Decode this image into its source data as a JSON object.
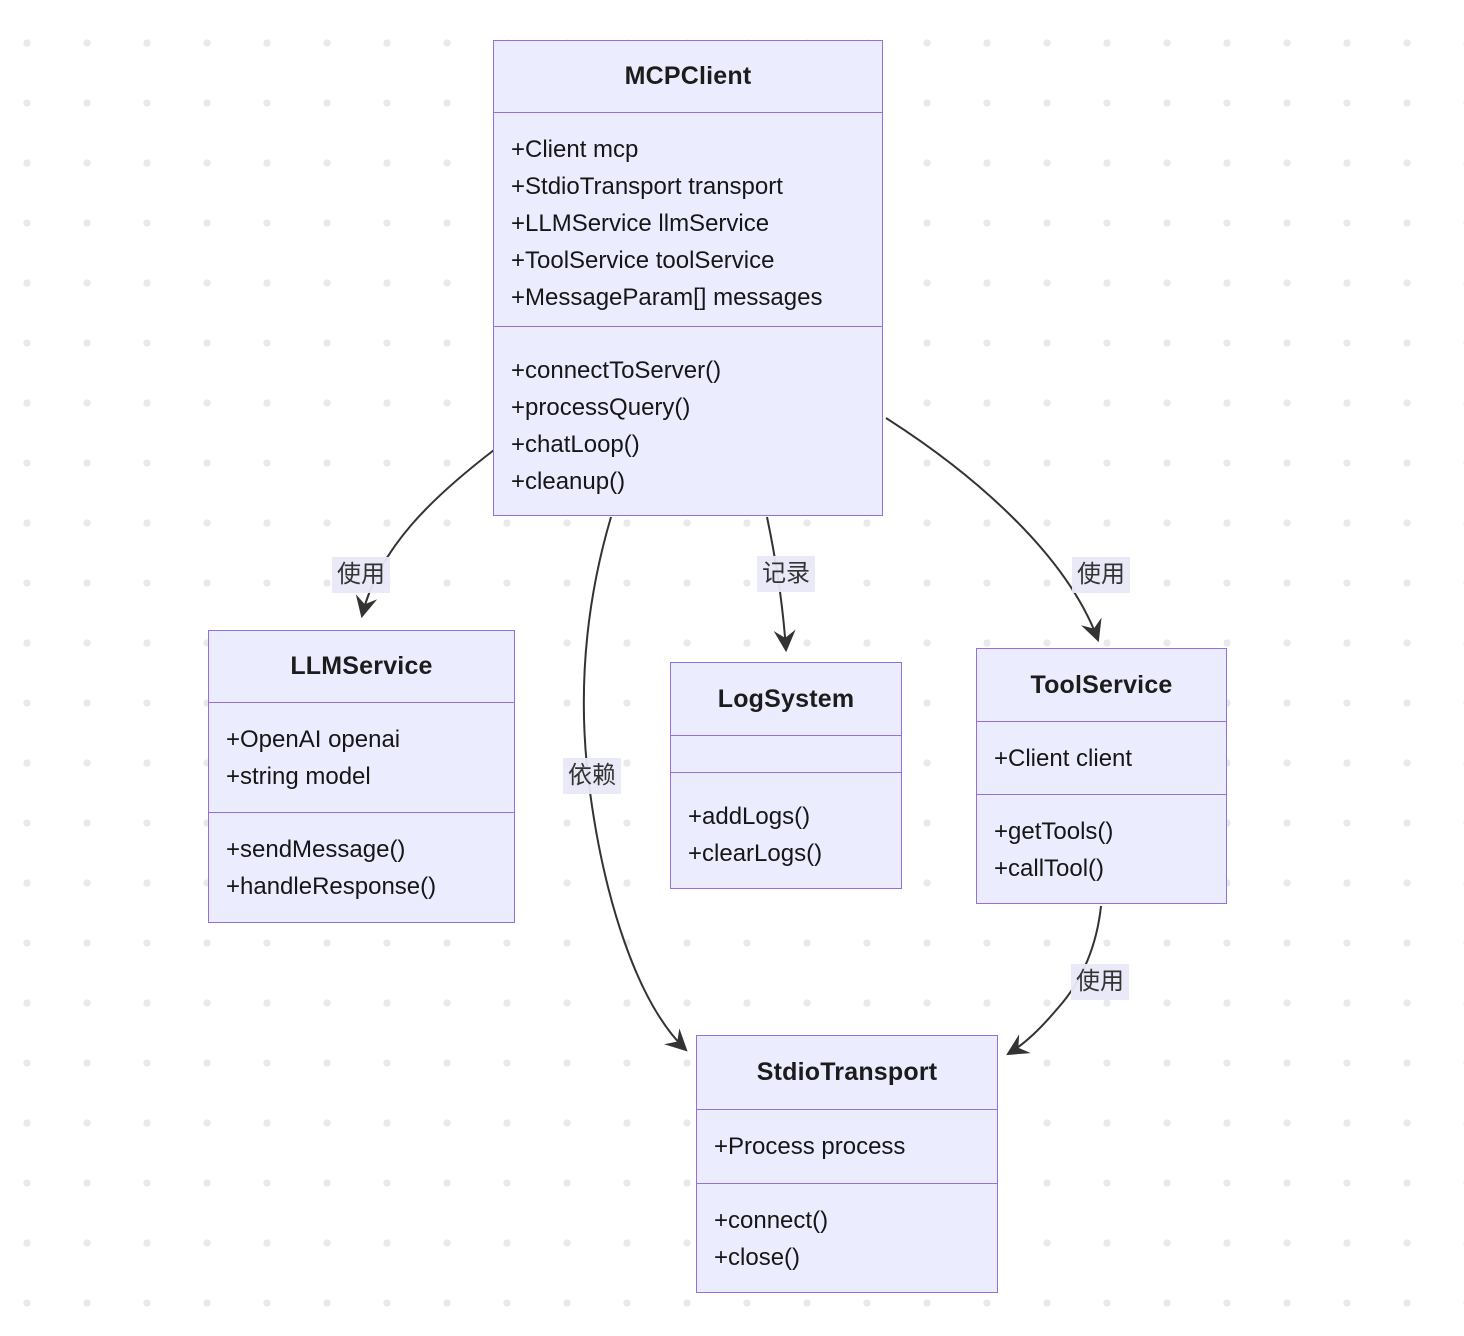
{
  "diagram": {
    "type": "uml-class-diagram",
    "classes": [
      {
        "name": "MCPClient",
        "attributes": [
          "+Client mcp",
          "+StdioTransport transport",
          "+LLMService llmService",
          "+ToolService toolService",
          "+MessageParam[] messages"
        ],
        "methods": [
          "+connectToServer()",
          "+processQuery()",
          "+chatLoop()",
          "+cleanup()"
        ]
      },
      {
        "name": "LLMService",
        "attributes": [
          "+OpenAI openai",
          "+string model"
        ],
        "methods": [
          "+sendMessage()",
          "+handleResponse()"
        ]
      },
      {
        "name": "LogSystem",
        "attributes": [],
        "methods": [
          "+addLogs()",
          "+clearLogs()"
        ]
      },
      {
        "name": "ToolService",
        "attributes": [
          "+Client client"
        ],
        "methods": [
          "+getTools()",
          "+callTool()"
        ]
      },
      {
        "name": "StdioTransport",
        "attributes": [
          "+Process process"
        ],
        "methods": [
          "+connect()",
          "+close()"
        ]
      }
    ],
    "edges": [
      {
        "from": "MCPClient",
        "to": "LLMService",
        "label": "使用"
      },
      {
        "from": "MCPClient",
        "to": "LogSystem",
        "label": "记录"
      },
      {
        "from": "MCPClient",
        "to": "ToolService",
        "label": "使用"
      },
      {
        "from": "MCPClient",
        "to": "StdioTransport",
        "label": "依赖"
      },
      {
        "from": "ToolService",
        "to": "StdioTransport",
        "label": "使用"
      }
    ],
    "colors": {
      "box_fill": "#ECECFF",
      "box_border": "#9370DB",
      "edge_stroke": "#333333",
      "label_background": "#E8E8F7",
      "text": "#161616",
      "background_dot": "#E9E9E9"
    }
  }
}
